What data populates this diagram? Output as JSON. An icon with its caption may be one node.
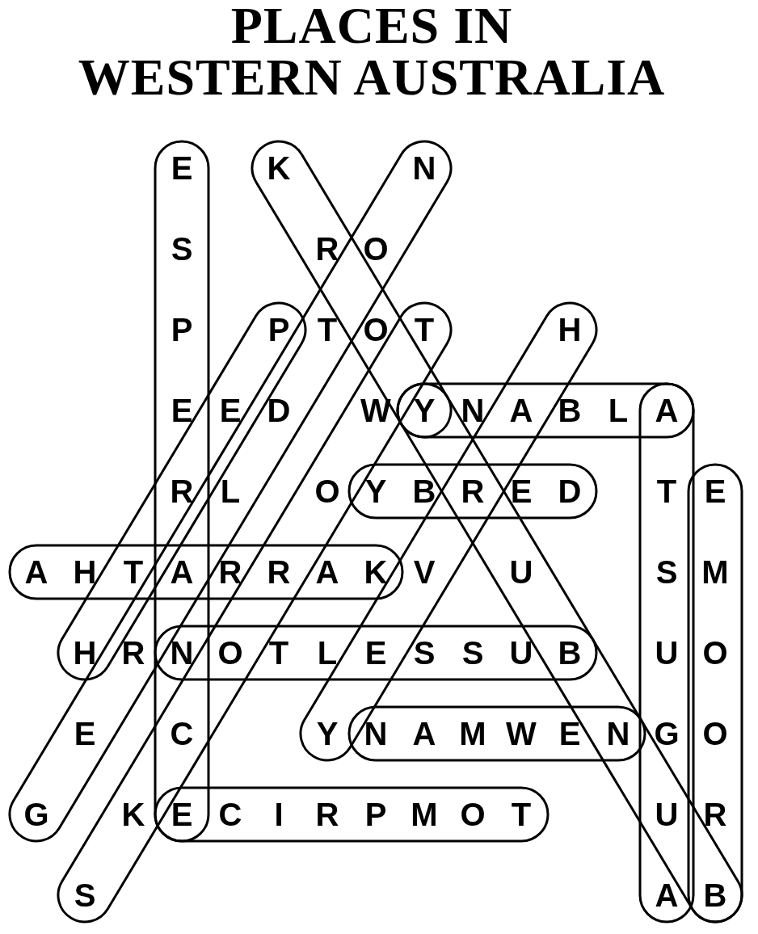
{
  "diagram": {
    "title": "PLACES IN WESTERN AUSTRALIA",
    "labels": [
      "E",
      "K",
      "N",
      "S",
      "R",
      "O",
      "P",
      "P",
      "T",
      "O",
      "T",
      "H",
      "E",
      "E",
      "D",
      "W",
      "Y",
      "N",
      "A",
      "B",
      "L",
      "A",
      "R",
      "L",
      "O",
      "Y",
      "B",
      "R",
      "E",
      "D",
      "T",
      "E",
      "A",
      "H",
      "T",
      "A",
      "R",
      "R",
      "A",
      "K",
      "V",
      "U",
      "S",
      "M",
      "H",
      "R",
      "N",
      "O",
      "T",
      "L",
      "E",
      "S",
      "S",
      "U",
      "B",
      "U",
      "O",
      "E",
      "C",
      "Y",
      "N",
      "A",
      "M",
      "W",
      "E",
      "N",
      "G",
      "O",
      "G",
      "K",
      "E",
      "C",
      "I",
      "R",
      "P",
      "M",
      "O",
      "T",
      "U",
      "R",
      "S",
      "A",
      "B"
    ]
  }
}
